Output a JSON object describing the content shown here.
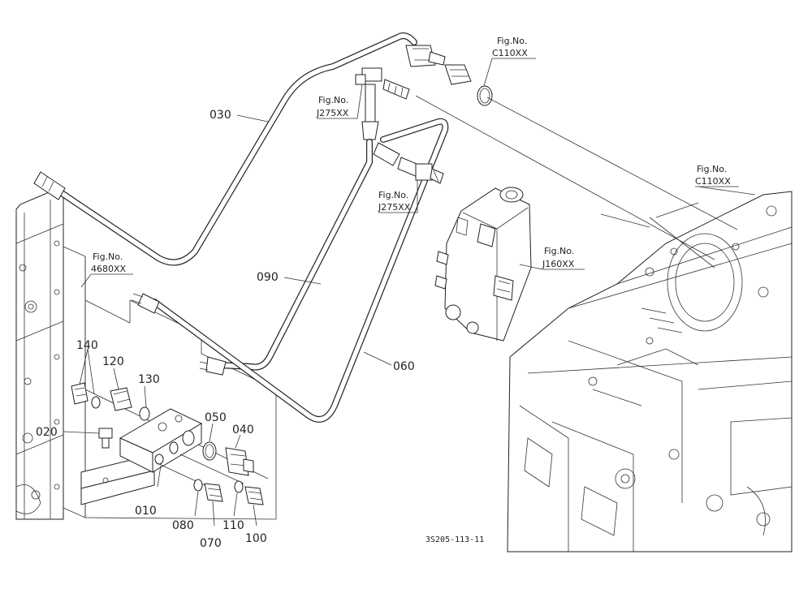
{
  "diagram": {
    "drawing_code": "3S205-113-11",
    "part_labels": {
      "p030": "030",
      "p090": "090",
      "p060": "060",
      "p140": "140",
      "p120": "120",
      "p130": "130",
      "p020": "020",
      "p050": "050",
      "p040": "040",
      "p010": "010",
      "p080": "080",
      "p070": "070",
      "p110": "110",
      "p100": "100"
    },
    "fig_refs": {
      "c110_top": {
        "title": "Fig.No.",
        "code": "C110XX"
      },
      "j275_top": {
        "title": "Fig.No.",
        "code": "J275XX"
      },
      "j275_mid": {
        "title": "Fig.No.",
        "code": "J275XX"
      },
      "c110_right": {
        "title": "Fig.No.",
        "code": "C110XX"
      },
      "j160": {
        "title": "Fig.No.",
        "code": "J160XX"
      },
      "f4680": {
        "title": "Fig.No.",
        "code": "4680XX"
      }
    }
  }
}
